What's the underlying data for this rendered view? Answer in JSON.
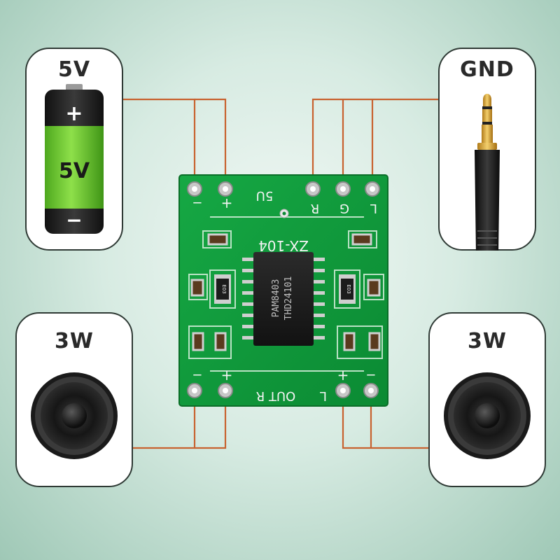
{
  "cards": {
    "battery": {
      "label": "5V",
      "body_plus": "+",
      "body_voltage": "5V",
      "body_minus": "−"
    },
    "jack": {
      "label": "GND"
    },
    "speaker_left": {
      "label": "3W"
    },
    "speaker_right": {
      "label": "3W"
    }
  },
  "pcb": {
    "top_left_minus": "−",
    "top_left_plus": "+",
    "top_power": "5U",
    "top_r": "R",
    "top_g": "G",
    "top_l": "L",
    "model": "ZX-104",
    "chip_line1": "PAM8403",
    "chip_line2": "THD24101",
    "resistor_code": "E03",
    "bottom_left_minus": "−",
    "bottom_left_plus": "+",
    "bottom_out_label": "OUT R",
    "bottom_l": "L",
    "bottom_right_plus": "+",
    "bottom_right_minus": "−"
  },
  "colors": {
    "wire": "#c8622f",
    "pcb": "#0f9a3a",
    "battery_green": "#6cc82c",
    "card_border": "#2f3a35"
  }
}
